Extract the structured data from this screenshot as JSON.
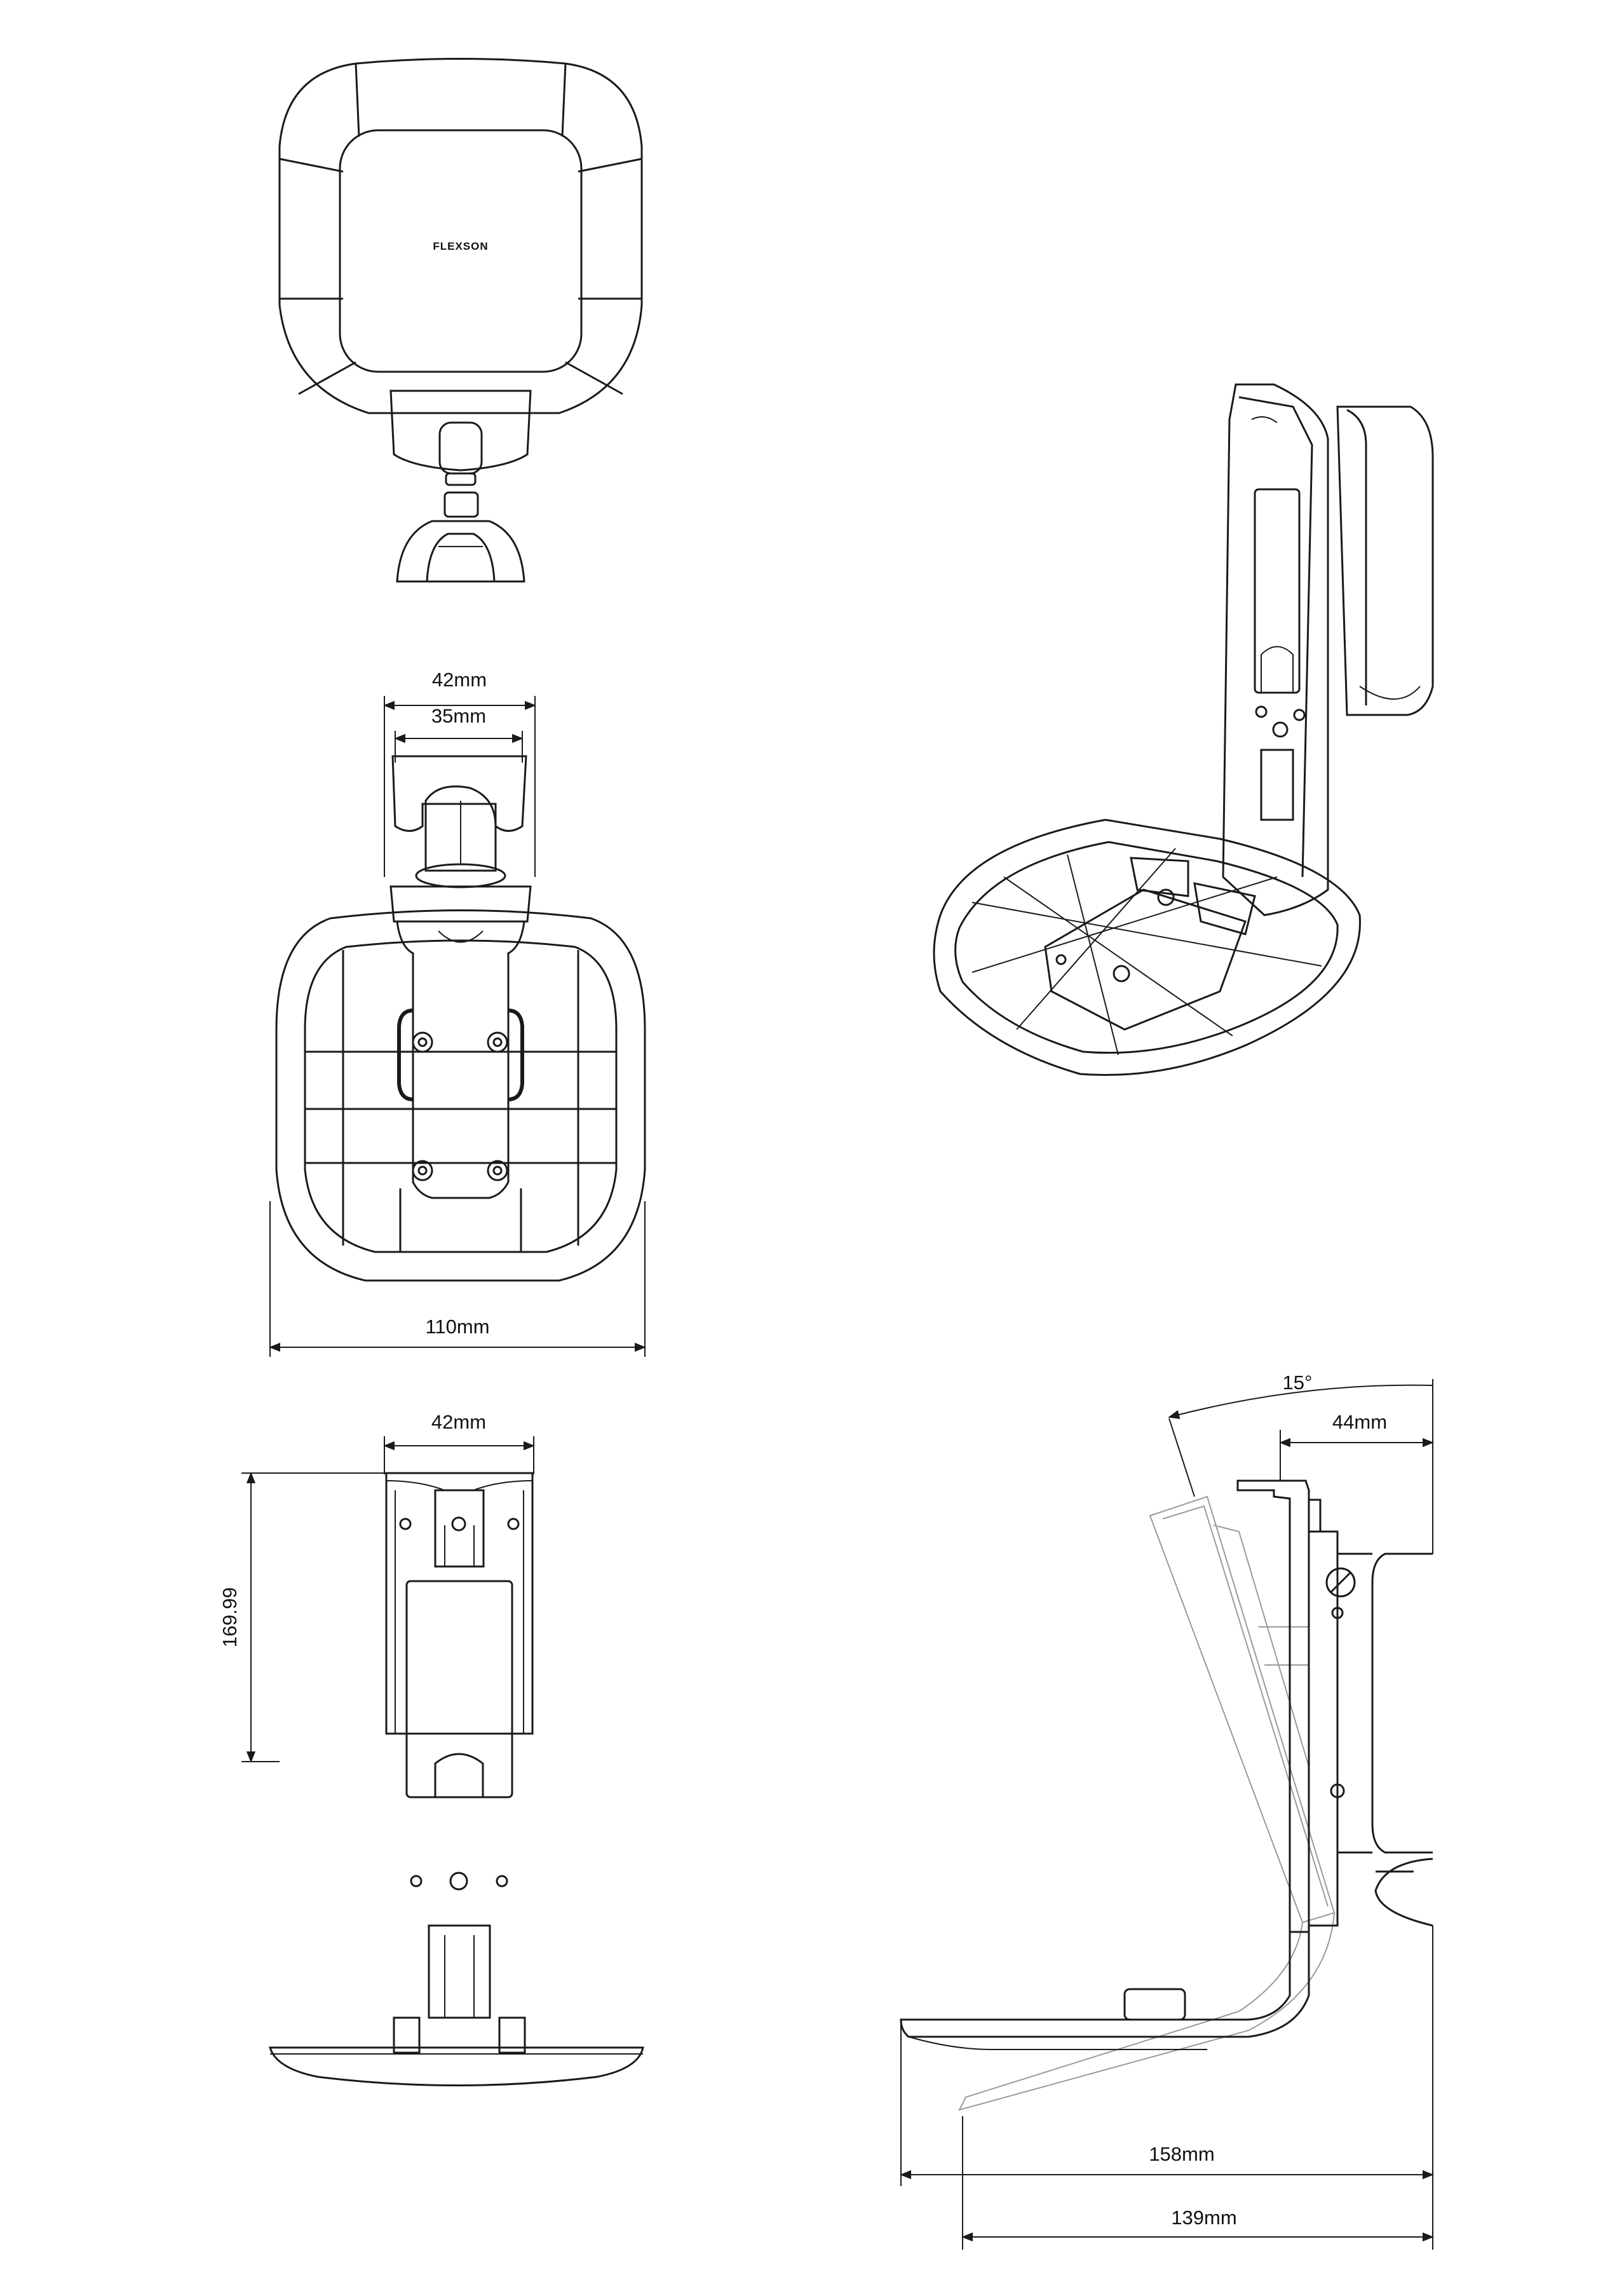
{
  "logo": {
    "text": "FLEXSON"
  },
  "view_top": {
    "dim_outer": "42mm",
    "dim_inner": "35mm",
    "dim_width": "110mm"
  },
  "view_front": {
    "dim_top": "42mm",
    "dim_height": "169.99"
  },
  "view_side": {
    "dim_angle": "15°",
    "dim_top": "44mm",
    "dim_outer": "158mm",
    "dim_inner": "139mm"
  },
  "colors": {
    "line": "#1a1a1a",
    "ghost": "#9a9a9a",
    "background": "#ffffff"
  }
}
